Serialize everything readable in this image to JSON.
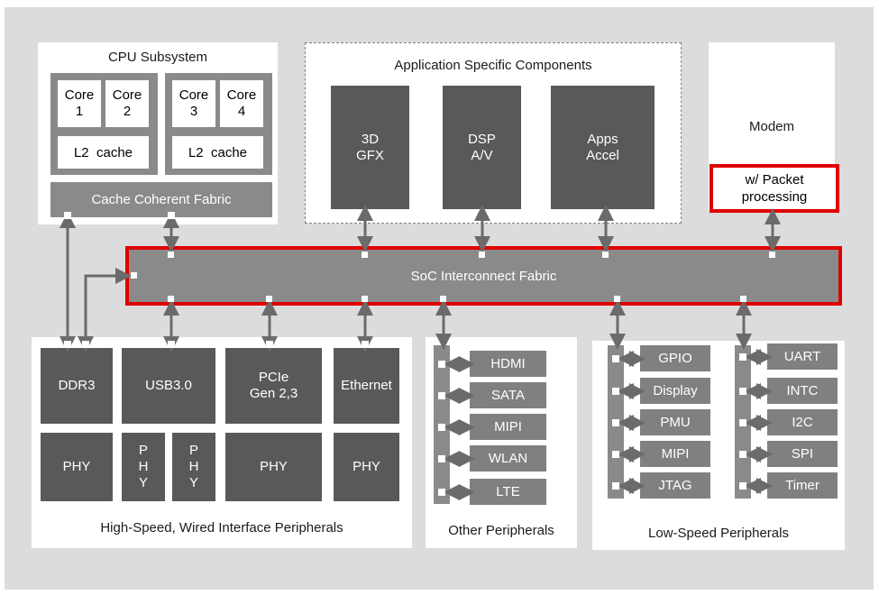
{
  "cpu": {
    "title": "CPU Subsystem",
    "cores": [
      "Core\n1",
      "Core\n2",
      "Core\n3",
      "Core\n4"
    ],
    "l2": [
      "L2  cache",
      "L2  cache"
    ],
    "fabric": "Cache Coherent Fabric"
  },
  "app": {
    "title": "Application Specific Components",
    "blocks": [
      "3D\nGFX",
      "DSP\nA/V",
      "Apps\nAccel"
    ]
  },
  "modem": {
    "title": "Modem",
    "packet": "w/ Packet\nprocessing"
  },
  "soc": {
    "label": "SoC Interconnect Fabric"
  },
  "highspeed": {
    "title": "High-Speed, Wired Interface Peripherals",
    "blocks": [
      "DDR3",
      "USB3.0",
      "PCIe\nGen 2,3",
      "Ethernet"
    ],
    "phy": [
      "PHY",
      "P\nH\nY",
      "P\nH\nY",
      "PHY",
      "PHY"
    ]
  },
  "other": {
    "title": "Other Peripherals",
    "items": [
      "HDMI",
      "SATA",
      "MIPI",
      "WLAN",
      "LTE"
    ]
  },
  "lowspeed": {
    "title": "Low-Speed Peripherals",
    "left": [
      "GPIO",
      "Display",
      "PMU",
      "MIPI",
      "JTAG"
    ],
    "right": [
      "UART",
      "INTC",
      "I2C",
      "SPI",
      "Timer"
    ]
  },
  "colors": {
    "highlight": "#e00000",
    "dark_block": "#595959",
    "fabric": "#8a8a8a",
    "background": "#dcdcdc"
  }
}
